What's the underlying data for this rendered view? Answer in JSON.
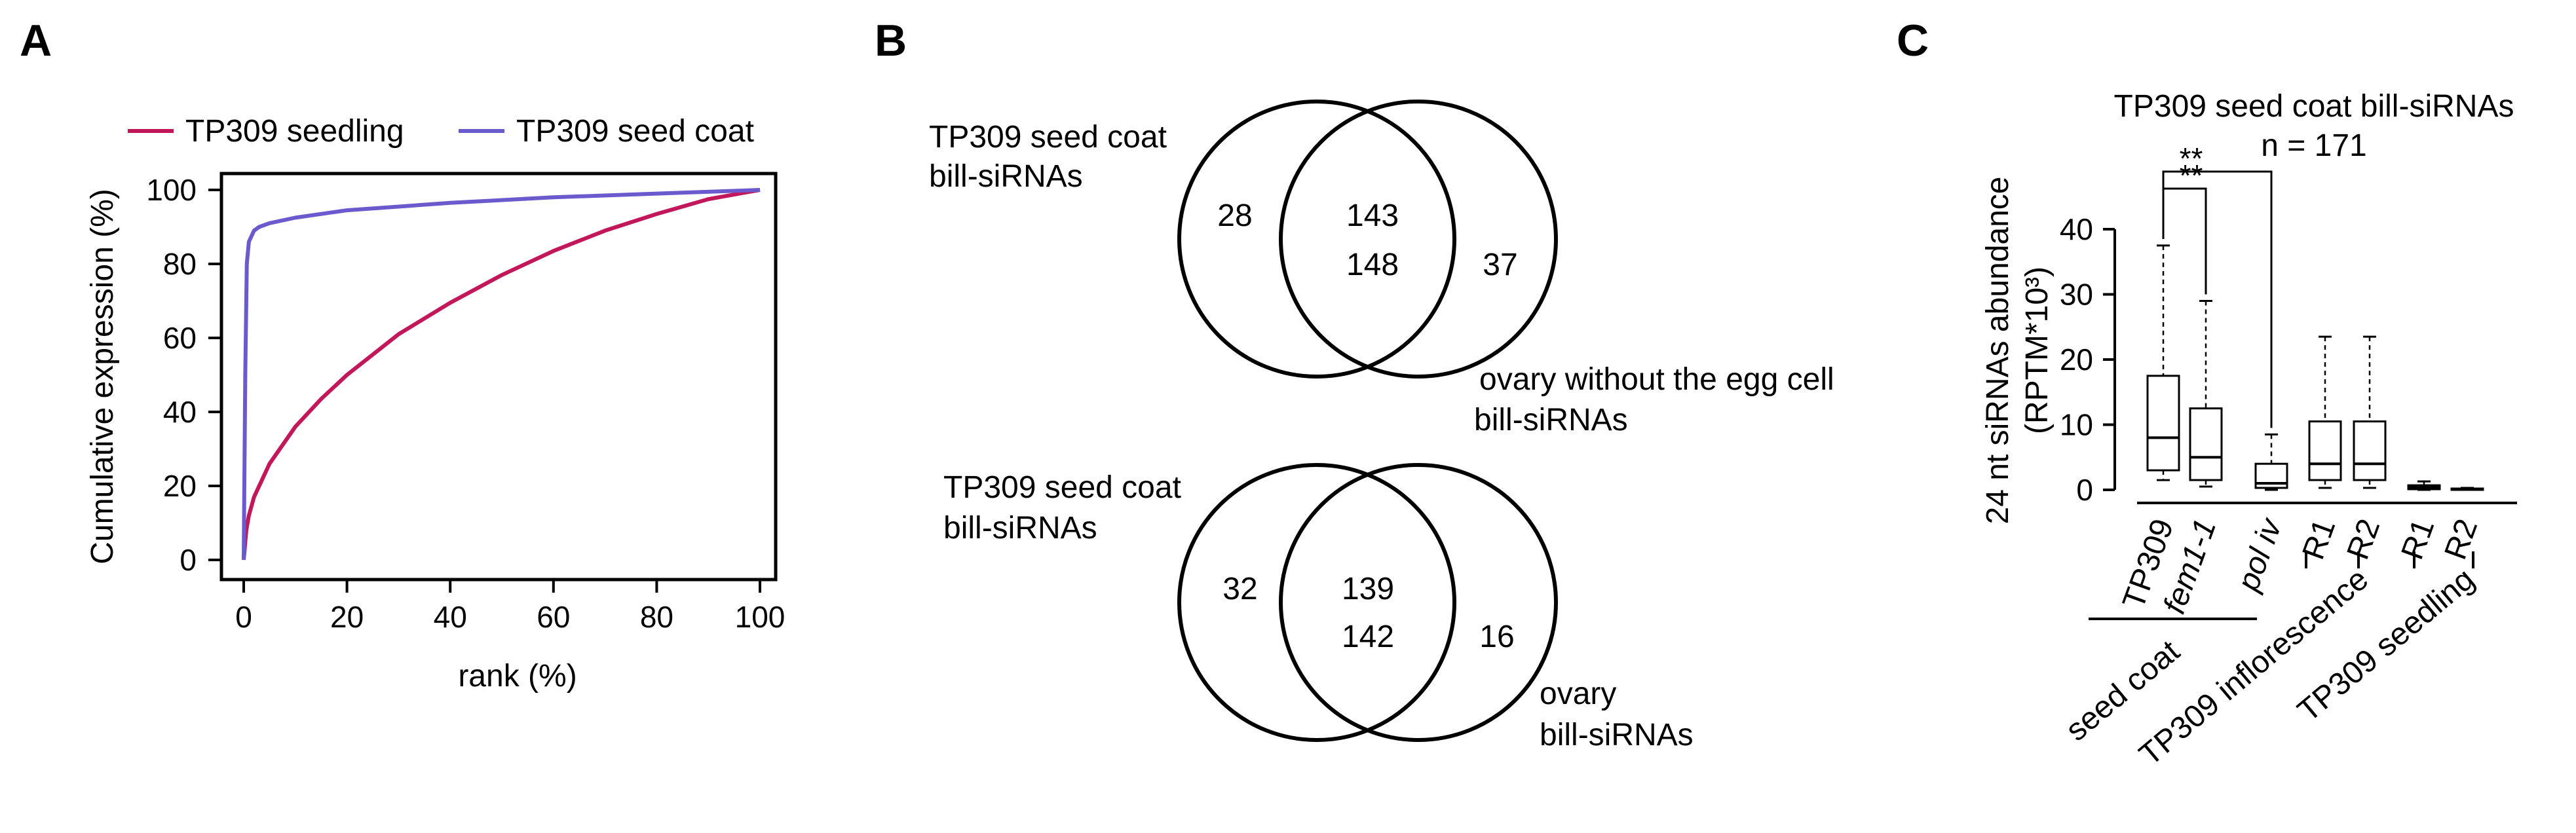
{
  "panels": {
    "a": {
      "letter": "A"
    },
    "b": {
      "letter": "B"
    },
    "c": {
      "letter": "C"
    }
  },
  "venn": [
    {
      "left_label": [
        "TP309 seed coat",
        "bill-siRNAs"
      ],
      "right_label": [
        "ovary without the egg cell",
        "bill-siRNAs"
      ],
      "left_only": "28",
      "overlap_left": "143",
      "overlap_right": "148",
      "right_only": "37"
    },
    {
      "left_label": [
        "TP309 seed coat",
        "bill-siRNAs"
      ],
      "right_label": [
        "ovary",
        "bill-siRNAs"
      ],
      "left_only": "32",
      "overlap_left": "139",
      "overlap_right": "142",
      "right_only": "16"
    }
  ],
  "chart_data": [
    {
      "panel": "A",
      "type": "line",
      "xlabel": "rank (%)",
      "ylabel": "Cumulative expression (%)",
      "xlim": [
        0,
        100
      ],
      "ylim": [
        0,
        100
      ],
      "xticks": [
        0,
        20,
        40,
        60,
        80,
        100
      ],
      "yticks": [
        0,
        20,
        40,
        60,
        80,
        100
      ],
      "legend_position": "top",
      "series": [
        {
          "name": "TP309 seedling",
          "color": "#c2185b",
          "x": [
            0,
            0.5,
            1,
            2,
            5,
            10,
            15,
            20,
            30,
            40,
            50,
            60,
            70,
            80,
            90,
            100
          ],
          "y": [
            0,
            8,
            12,
            17,
            26,
            36,
            43.5,
            50,
            61,
            69.5,
            77,
            83.5,
            89,
            93.5,
            97.5,
            100
          ]
        },
        {
          "name": "TP309 seed coat",
          "color": "#6a5acd",
          "x": [
            0,
            0.3,
            0.6,
            1,
            2,
            3,
            5,
            10,
            20,
            40,
            60,
            80,
            100
          ],
          "y": [
            0,
            50,
            80,
            86,
            89,
            90,
            91,
            92.5,
            94.5,
            96.5,
            98,
            99,
            100
          ]
        }
      ]
    },
    {
      "panel": "C",
      "type": "box",
      "title": "TP309 seed coat bill-siRNAs",
      "subtitle": "n = 171",
      "ylabel": [
        "24 nt siRNAs abundance",
        "(RPTM*10³)"
      ],
      "ylim": [
        0,
        40
      ],
      "yticks": [
        0,
        10,
        20,
        30,
        40
      ],
      "categories": [
        "TP309",
        "fem1-1",
        "pol iv",
        "R1",
        "R2",
        "R1",
        "R2"
      ],
      "italic_categories": [
        false,
        true,
        true,
        false,
        false,
        false,
        false
      ],
      "boxes": [
        {
          "whisker_low": 1.5,
          "q1": 3,
          "median": 8,
          "q3": 17.5,
          "whisker_high": 37.5
        },
        {
          "whisker_low": 0.5,
          "q1": 1.5,
          "median": 5,
          "q3": 12.5,
          "whisker_high": 29
        },
        {
          "whisker_low": 0,
          "q1": 0.3,
          "median": 1,
          "q3": 4,
          "whisker_high": 8.5
        },
        {
          "whisker_low": 0.3,
          "q1": 1.5,
          "median": 4,
          "q3": 10.5,
          "whisker_high": 23.5
        },
        {
          "whisker_low": 0.3,
          "q1": 1.5,
          "median": 4,
          "q3": 10.5,
          "whisker_high": 23.5
        },
        {
          "whisker_low": 0,
          "q1": 0.1,
          "median": 0.4,
          "q3": 0.7,
          "whisker_high": 1.3
        },
        {
          "whisker_low": 0,
          "q1": 0,
          "median": 0.1,
          "q3": 0.2,
          "whisker_high": 0.3
        }
      ],
      "groups": [
        {
          "label": "seed coat",
          "from": 0,
          "to": 2
        },
        {
          "label": "TP309 inflorescence",
          "from": 3,
          "to": 4
        },
        {
          "label": "TP309 seedling",
          "from": 5,
          "to": 6
        }
      ],
      "significance": [
        {
          "from": 0,
          "to": 1,
          "label": "**"
        },
        {
          "from": 0,
          "to": 2,
          "label": "**"
        }
      ]
    }
  ]
}
